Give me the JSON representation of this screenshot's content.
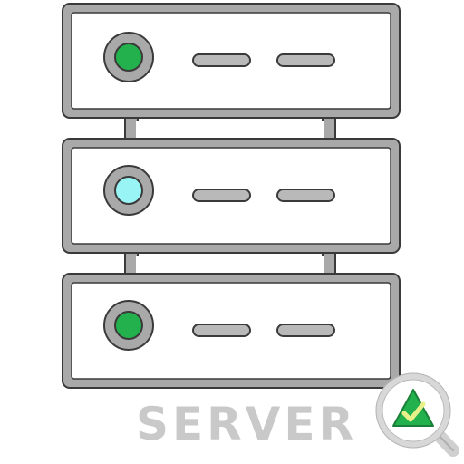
{
  "caption": "SERVER",
  "colors": {
    "frame_fill": "#a9a9a9",
    "frame_stroke": "#3a3a3a",
    "panel_fill": "#ffffff",
    "status_green": "#22b14c",
    "status_cyan": "#99f5f5",
    "badge_green": "#22b14c",
    "badge_check": "#e8f08a",
    "caption_color": "#c9c9c9"
  },
  "units": [
    {
      "status_light": "green"
    },
    {
      "status_light": "cyan"
    },
    {
      "status_light": "green"
    }
  ],
  "badge": {
    "icon": "magnifier-check-icon"
  }
}
